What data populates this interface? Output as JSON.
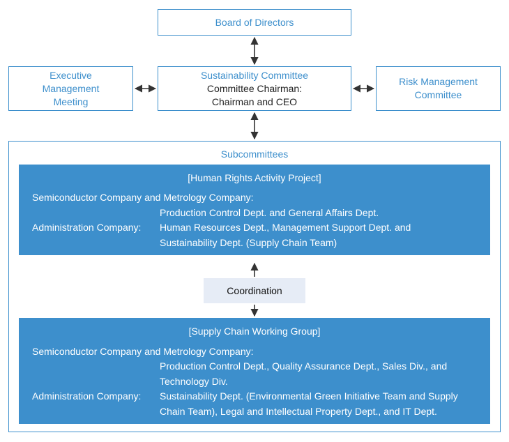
{
  "board": {
    "label": "Board of Directors"
  },
  "executive": {
    "line1": "Executive",
    "line2": "Management",
    "line3": "Meeting"
  },
  "sustainability": {
    "title": "Sustainability Committee",
    "line2": "Committee Chairman:",
    "line3": "Chairman and CEO"
  },
  "risk": {
    "line1": "Risk Management",
    "line2": "Committee"
  },
  "subcommittees": {
    "title": "Subcommittees"
  },
  "human_rights": {
    "title": "[Human Rights Activity Project]",
    "company1": "Semiconductor Company and Metrology Company:",
    "dept1": "Production Control Dept. and General Affairs Dept.",
    "company2": "Administration Company:",
    "dept2_line1": "Human Resources Dept., Management Support Dept. and",
    "dept2_line2": "Sustainability Dept. (Supply Chain Team)"
  },
  "coordination": {
    "label": "Coordination"
  },
  "supply_chain": {
    "title": "[Supply Chain Working Group]",
    "company1": "Semiconductor Company and Metrology Company:",
    "dept1_line1": "Production Control Dept., Quality Assurance Dept., Sales Div., and",
    "dept1_line2": "Technology Div.",
    "company2": "Administration Company:",
    "dept2_line1": "Sustainability Dept. (Environmental Green Initiative Team and Supply",
    "dept2_line2": "Chain Team), Legal and Intellectual Property Dept., and IT Dept."
  },
  "colors": {
    "accent": "#3d8fcc",
    "coordination_bg": "#e6ecf6",
    "arrow": "#333333"
  }
}
